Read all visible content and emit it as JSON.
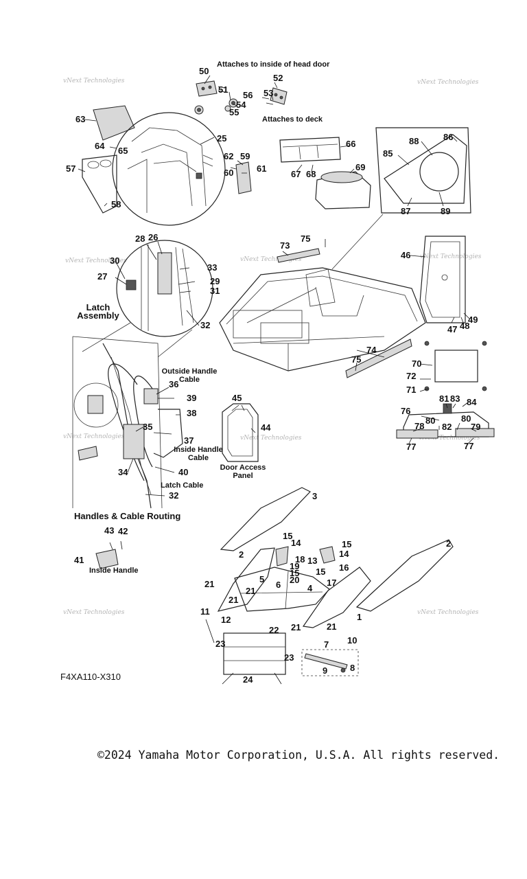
{
  "captions": {
    "head_door_note": "Attaches to inside of head door",
    "deck_note": "Attaches to deck",
    "latch_assembly": "Latch Assembly",
    "outside_handle_cable": "Outside Handle Cable",
    "inside_handle_cable": "Inside Handle Cable",
    "latch_cable": "Latch Cable",
    "handles_routing": "Handles & Cable Routing",
    "inside_handle": "Inside Handle",
    "door_access_panel": "Door Access Panel"
  },
  "callouts": [
    "1",
    "2",
    "2",
    "3",
    "4",
    "5",
    "6",
    "7",
    "8",
    "9",
    "10",
    "11",
    "12",
    "13",
    "14",
    "14",
    "15",
    "15",
    "15",
    "15",
    "16",
    "17",
    "18",
    "19",
    "20",
    "21",
    "21",
    "21",
    "21",
    "21",
    "22",
    "23",
    "23",
    "24",
    "25",
    "26",
    "27",
    "28",
    "29",
    "30",
    "31",
    "32",
    "32",
    "33",
    "34",
    "35",
    "36",
    "37",
    "38",
    "39",
    "40",
    "41",
    "42",
    "43",
    "44",
    "45",
    "46",
    "47",
    "48",
    "49",
    "50",
    "51",
    "52",
    "53",
    "54",
    "55",
    "56",
    "57",
    "58",
    "59",
    "60",
    "61",
    "62",
    "63",
    "64",
    "65",
    "66",
    "67",
    "68",
    "69",
    "70",
    "71",
    "72",
    "73",
    "74",
    "75",
    "75",
    "76",
    "77",
    "77",
    "78",
    "79",
    "80",
    "80",
    "81",
    "82",
    "83",
    "84",
    "85",
    "86",
    "87",
    "88",
    "89"
  ],
  "watermark": "vNext Technologies",
  "drawing_code": "F4XA110-X310",
  "copyright": "©2024 Yamaha Motor Corporation, U.S.A. All rights reserved."
}
